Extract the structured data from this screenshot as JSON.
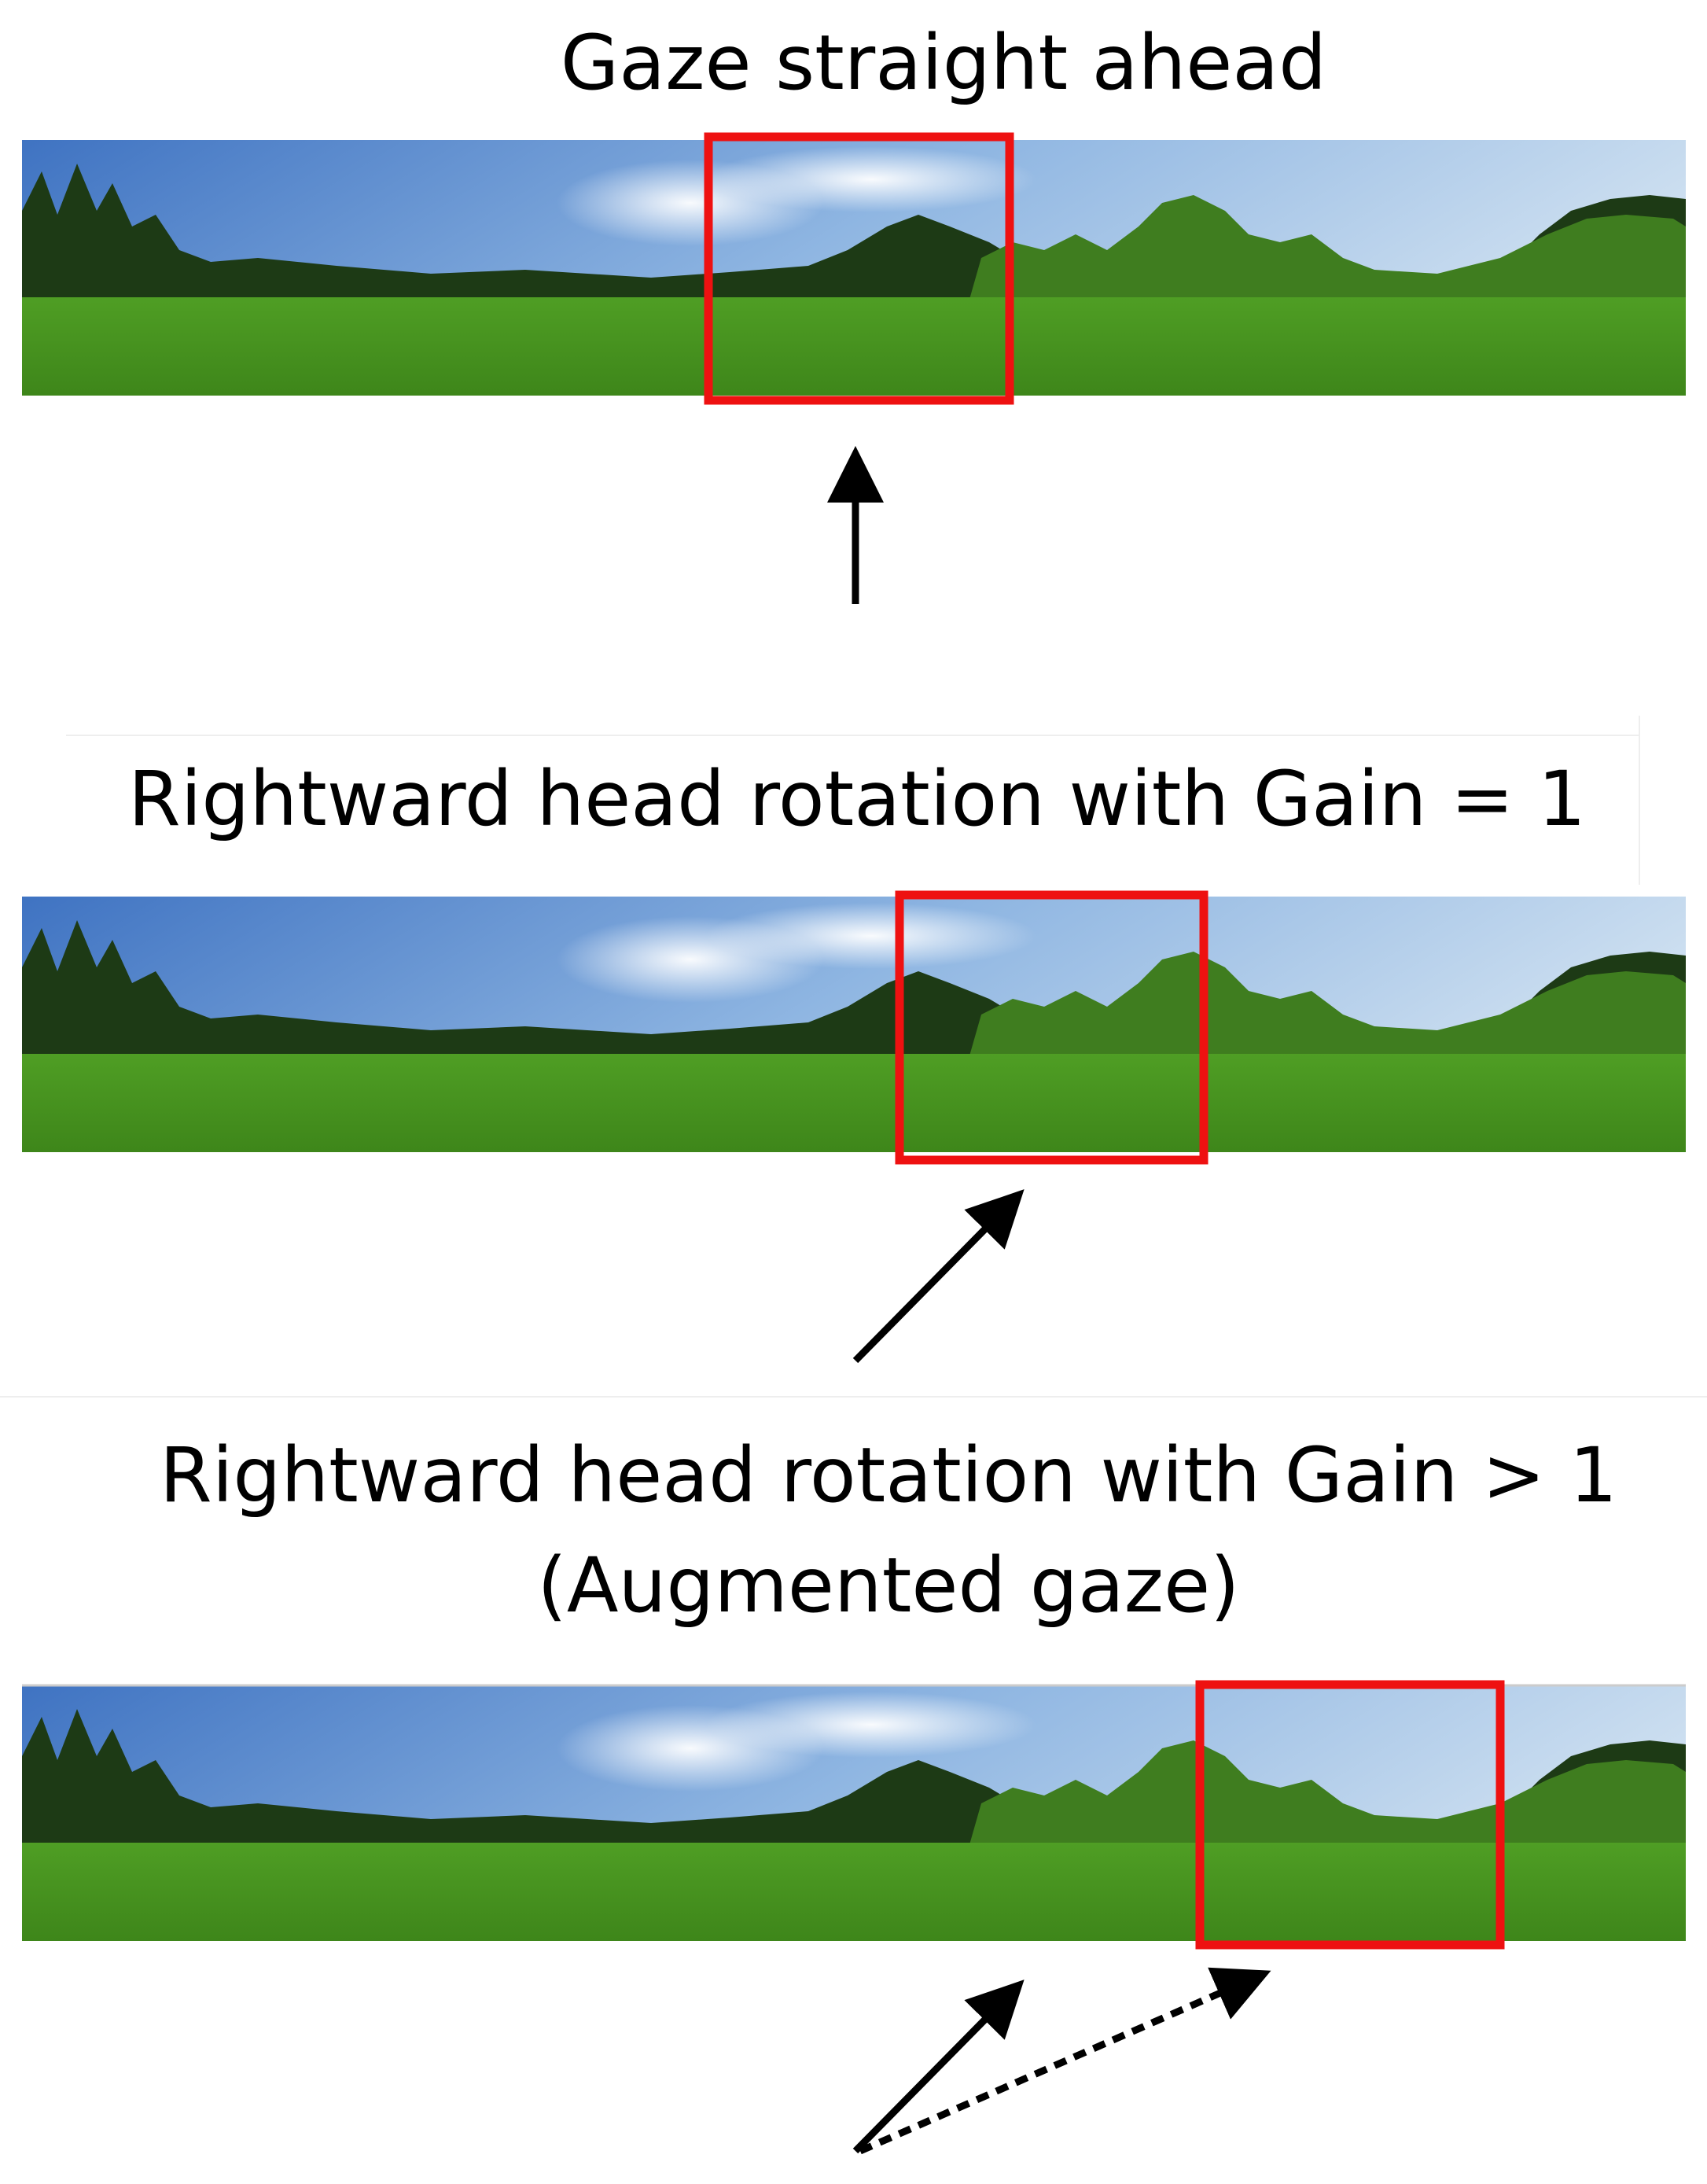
{
  "panels": [
    {
      "id": "straight",
      "caption_lines": [
        "Gaze straight ahead"
      ],
      "arrows": [
        {
          "kind": "head-direction",
          "style": "solid",
          "direction": "up"
        }
      ]
    },
    {
      "id": "gain-1",
      "caption_lines": [
        "Rightward head rotation with Gain = 1"
      ],
      "arrows": [
        {
          "kind": "head-direction",
          "style": "solid",
          "direction": "up-right"
        }
      ]
    },
    {
      "id": "gain-gt-1",
      "caption_lines": [
        "Rightward head rotation with Gain > 1",
        "(Augmented gaze)"
      ],
      "arrows": [
        {
          "kind": "head-direction",
          "style": "solid",
          "direction": "up-right"
        },
        {
          "kind": "augmented-gaze",
          "style": "dashed",
          "direction": "shallow-right"
        }
      ]
    }
  ],
  "colors": {
    "viewport_box": "#ee1111",
    "arrow": "#000000",
    "sky_top": "#3f73c2",
    "sky_bottom": "#cddff0",
    "grass": "#4f9e24",
    "tree_dark": "#1d3a15",
    "tree_light": "#3f7d1f"
  }
}
